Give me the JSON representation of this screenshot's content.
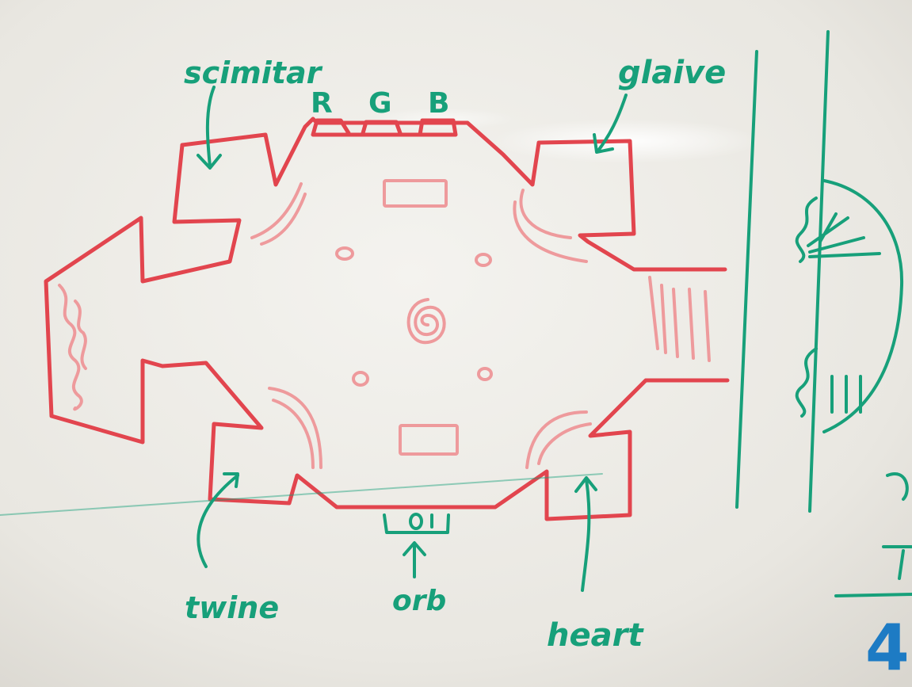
{
  "colors": {
    "board": "#e9e6e0",
    "red_marker": "#e2454e",
    "red_faint": "#ee9a9c",
    "green_marker": "#17a07a",
    "blue_marker": "#1d7bc4"
  },
  "labels": {
    "scimitar": "scimitar",
    "glaive": "glaive",
    "twine": "twine",
    "orb": "orb",
    "heart": "heart",
    "r": "R",
    "g": "G",
    "b": "B"
  },
  "margin_digit": "4"
}
